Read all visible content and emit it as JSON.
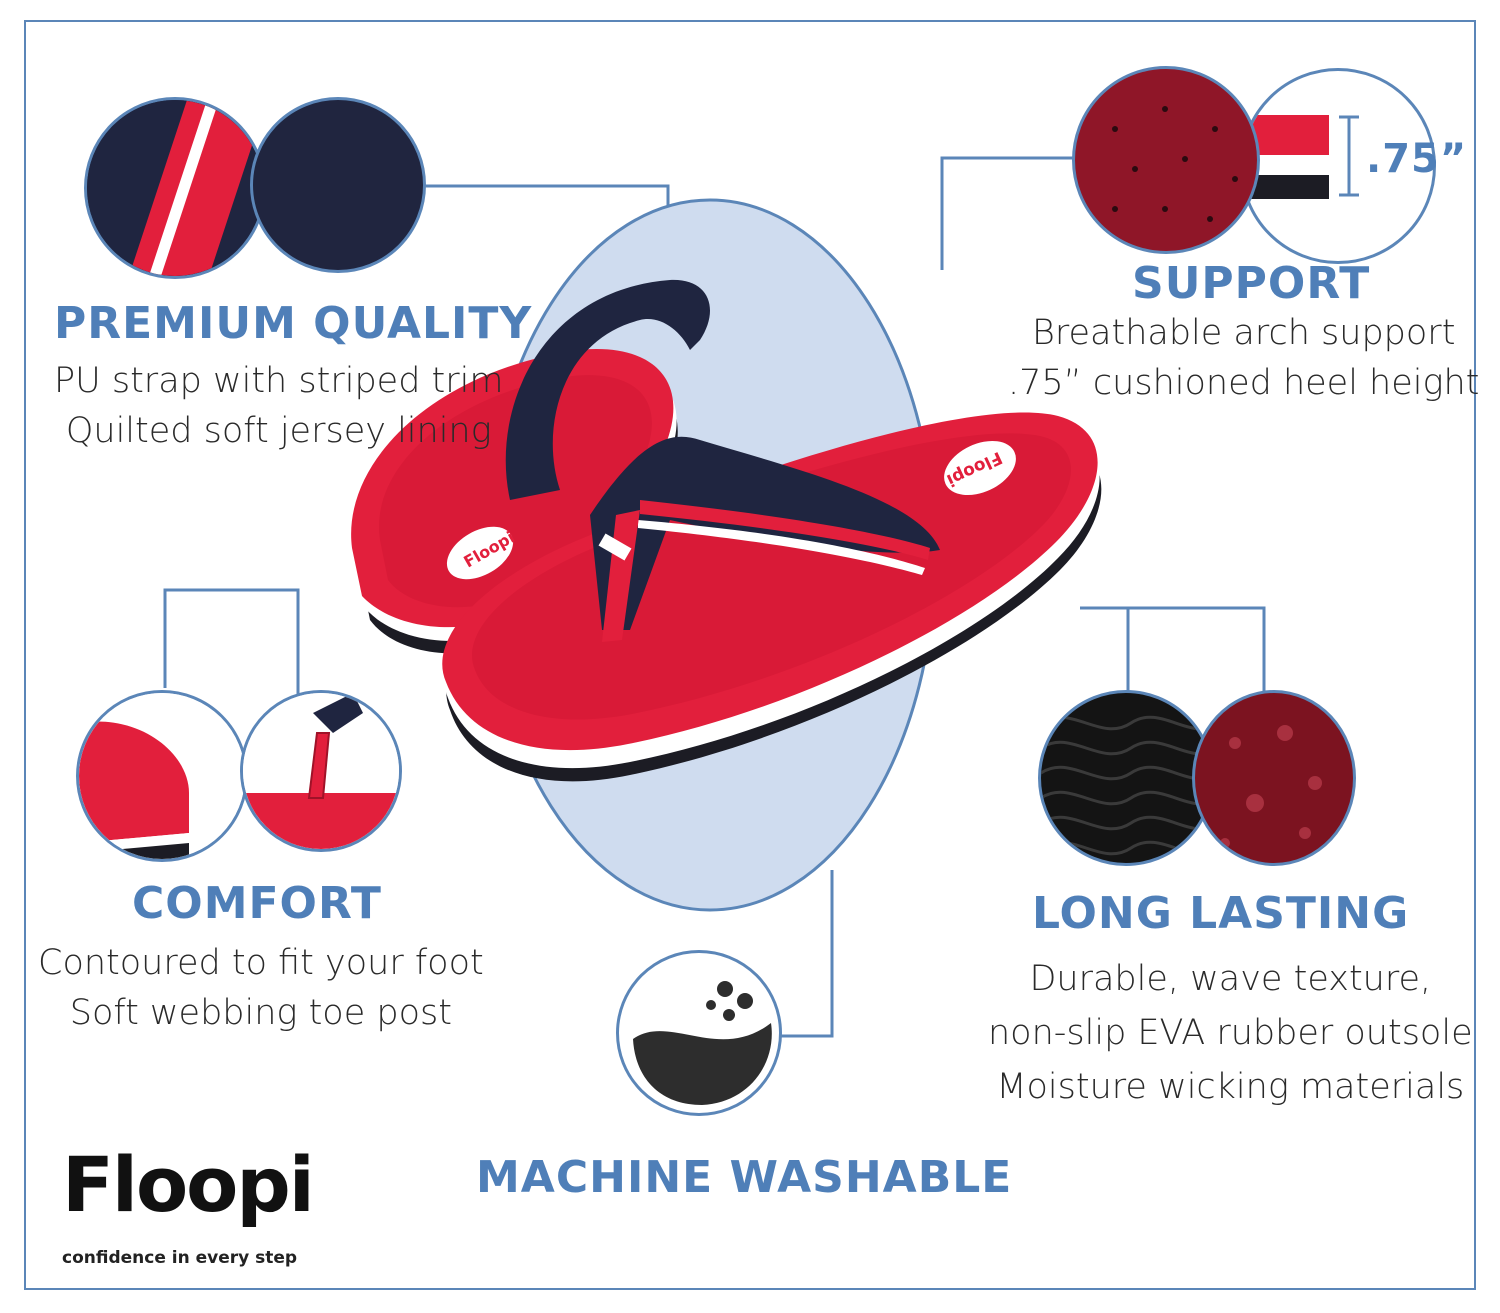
{
  "colors": {
    "accent": "#4f7fb8",
    "frame": "#5b86b8",
    "sandal_red": "#e21f3c",
    "strap_navy": "#1f2540",
    "oval_blue": "#cfdcef"
  },
  "features": {
    "premium": {
      "title": "PREMIUM QUALITY",
      "lines": [
        "PU strap with striped trim",
        "Quilted soft jersey lining"
      ]
    },
    "support": {
      "title": "SUPPORT",
      "lines": [
        "Breathable arch support",
        ".75” cushioned heel height"
      ],
      "heel_label": ".75”"
    },
    "comfort": {
      "title": "COMFORT",
      "lines": [
        "Contoured to fit your foot",
        "Soft webbing toe post"
      ]
    },
    "long_lasting": {
      "title": "LONG LASTING",
      "lines": [
        "Durable, wave texture,",
        "non-slip EVA rubber outsole",
        "Moisture wicking materials"
      ]
    },
    "washable": {
      "title": "MACHINE WASHABLE"
    }
  },
  "product": {
    "sole_logo": "Floopi"
  },
  "brand": {
    "logo": "Floopi",
    "tagline": "confidence in every step"
  }
}
